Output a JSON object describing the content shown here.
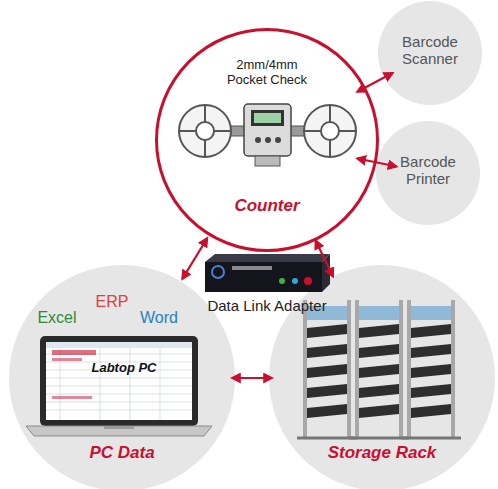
{
  "diagram": {
    "nodes": [
      {
        "text": [
          "2mm/4mm Pocket Check",
          "Counter"
        ]
      },
      {
        "text": [
          "Barcode Scanner"
        ]
      },
      {
        "text": [
          "Barcode Printer"
        ]
      },
      {
        "text": [
          "Excel",
          "ERP",
          "Word",
          "Labtop PC",
          "PC Data"
        ]
      },
      {
        "text": [
          "Storage Rack"
        ]
      }
    ],
    "edges": [
      {
        "from": 0,
        "to": 1,
        "arrow": "both"
      },
      {
        "from": 0,
        "to": 2,
        "arrow": "both"
      },
      {
        "from": 0,
        "to": 3,
        "arrow": "both"
      },
      {
        "from": 0,
        "to": 4,
        "arrow": "both"
      },
      {
        "from": 3,
        "to": 4,
        "arrow": "both"
      }
    ],
    "labels": [
      "Data Link Adapter"
    ]
  }
}
